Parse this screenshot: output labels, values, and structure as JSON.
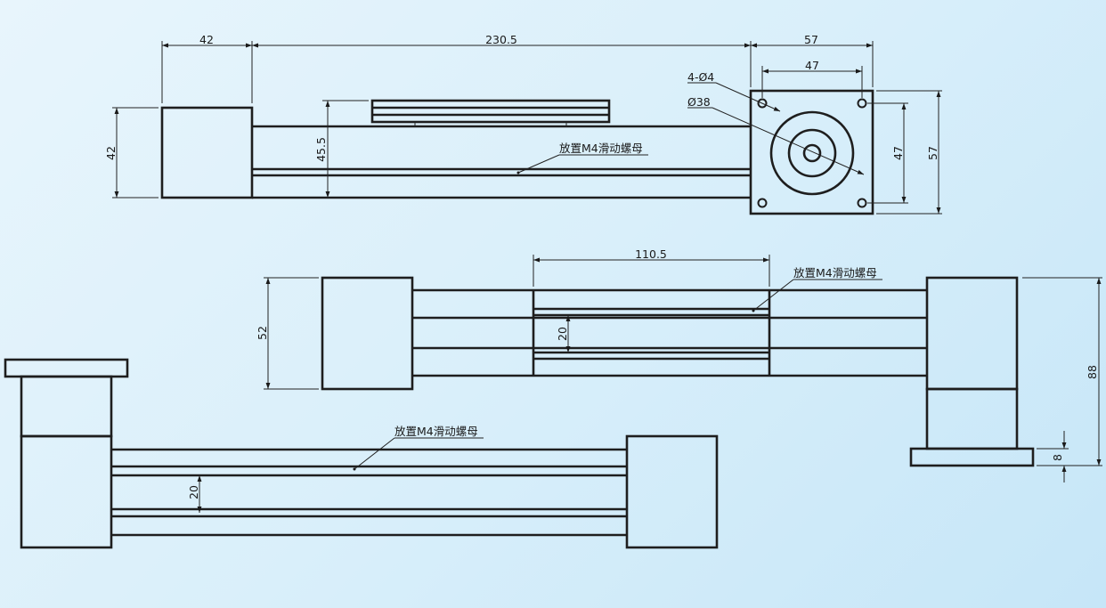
{
  "colors": {
    "background": "#d9effa",
    "line": "#1e1e1e"
  },
  "top_view": {
    "dim_motor_length": "42",
    "dim_rail_length": "230.5",
    "dim_flange_width": "57",
    "dim_hole_spacing_h": "47",
    "dim_motor_height": "42",
    "dim_rail_height": "45.5",
    "dim_hole_spacing_v": "47",
    "dim_flange_height": "57",
    "label_holes": "4-Ø4",
    "label_boss": "Ø38",
    "note": "放置M4滑动螺母"
  },
  "middle_view": {
    "dim_slider_length": "110.5",
    "dim_block_height": "52",
    "dim_slot": "20",
    "dim_overall_height": "88",
    "dim_base_thickness": "8",
    "note": "放置M4滑动螺母"
  },
  "bottom_view": {
    "dim_slot": "20",
    "note": "放置M4滑动螺母"
  }
}
